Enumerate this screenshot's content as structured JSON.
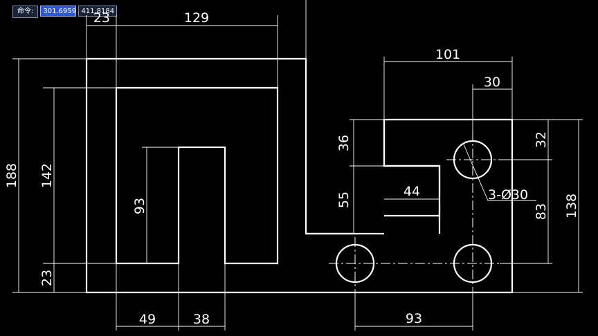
{
  "command_bar": {
    "label": "命令:",
    "x_value": "301.6959",
    "y_value": "411.8184"
  },
  "dimensions": {
    "top_129": "129",
    "top_23": "23",
    "left_188": "188",
    "left_142": "142",
    "left_23": "23",
    "inner_93": "93",
    "bottom_49": "49",
    "bottom_38": "38",
    "right_101": "101",
    "right_30": "30",
    "right_36": "36",
    "right_55": "55",
    "right_44": "44",
    "right_32": "32",
    "right_83": "83",
    "right_138": "138",
    "bottom_93": "93",
    "hole_callout": "3-Ø30"
  }
}
